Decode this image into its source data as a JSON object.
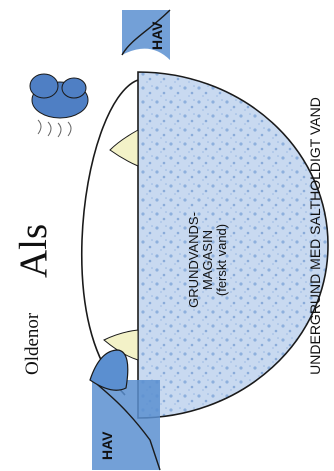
{
  "labels": {
    "oldenor": "Oldenor",
    "als": "Als",
    "magasin_line1": "GRUNDVANDS-",
    "magasin_line2": "MAGASIN",
    "magasin_line3": "(ferskt vand)",
    "hav_left": "HAV",
    "hav_right": "HAV",
    "undergrund": "UNDERGRUND MED SALTHOLDIGT VAND"
  },
  "colors": {
    "sea": "#5b8fd0",
    "sea_light": "#a9c9ec",
    "freshwater": "#c8d9f0",
    "freshwater_speckle": "#7fa6d8",
    "lens_fill": "#f3f2c8",
    "cloud": "#4f7fc4",
    "outline": "#1a1a1a"
  },
  "icons": {
    "cloud": "rain-cloud-icon"
  }
}
